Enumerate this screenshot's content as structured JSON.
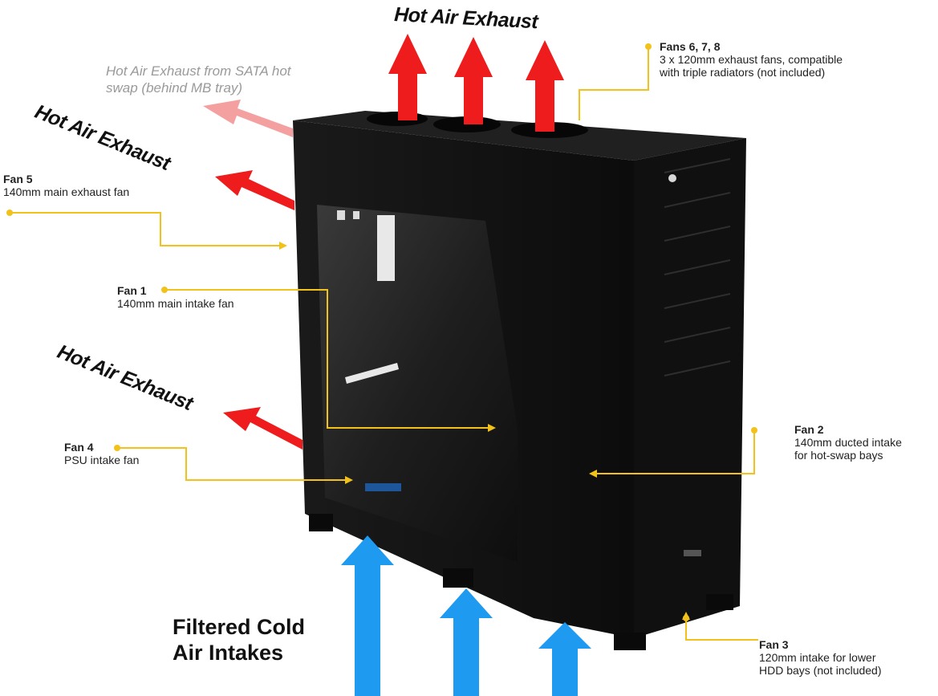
{
  "headings": {
    "top_exhaust": "Hot Air Exhaust",
    "upper_exhaust": "Hot Air Exhaust",
    "lower_exhaust": "Hot Air Exhaust",
    "sata_line1": "Hot Air Exhaust from SATA hot",
    "sata_line2": "swap (behind MB tray)",
    "cold_line1": "Filtered Cold",
    "cold_line2": "Air Intakes"
  },
  "fans": {
    "fan1": {
      "title": "Fan 1",
      "desc": [
        "140mm main intake fan"
      ]
    },
    "fan2": {
      "title": "Fan 2",
      "desc": [
        "140mm ducted intake",
        "for hot-swap bays"
      ]
    },
    "fan3": {
      "title": "Fan 3",
      "desc": [
        "120mm intake for lower",
        "HDD bays (not included)"
      ]
    },
    "fan4": {
      "title": "Fan 4",
      "desc": [
        "PSU intake fan"
      ]
    },
    "fan5": {
      "title": "Fan 5",
      "desc": [
        "140mm main exhaust fan"
      ]
    },
    "fan678": {
      "title": "Fans 6, 7, 8",
      "desc": [
        "3 x 120mm exhaust fans, compatible",
        "with triple radiators (not included)"
      ]
    }
  },
  "colors": {
    "hot_arrow": "#ee1c1c",
    "sata_arrow": "#f4a0a0",
    "cold_arrow": "#1e9bf0",
    "callout_line": "#f2c21a",
    "case_body": "#141414"
  }
}
